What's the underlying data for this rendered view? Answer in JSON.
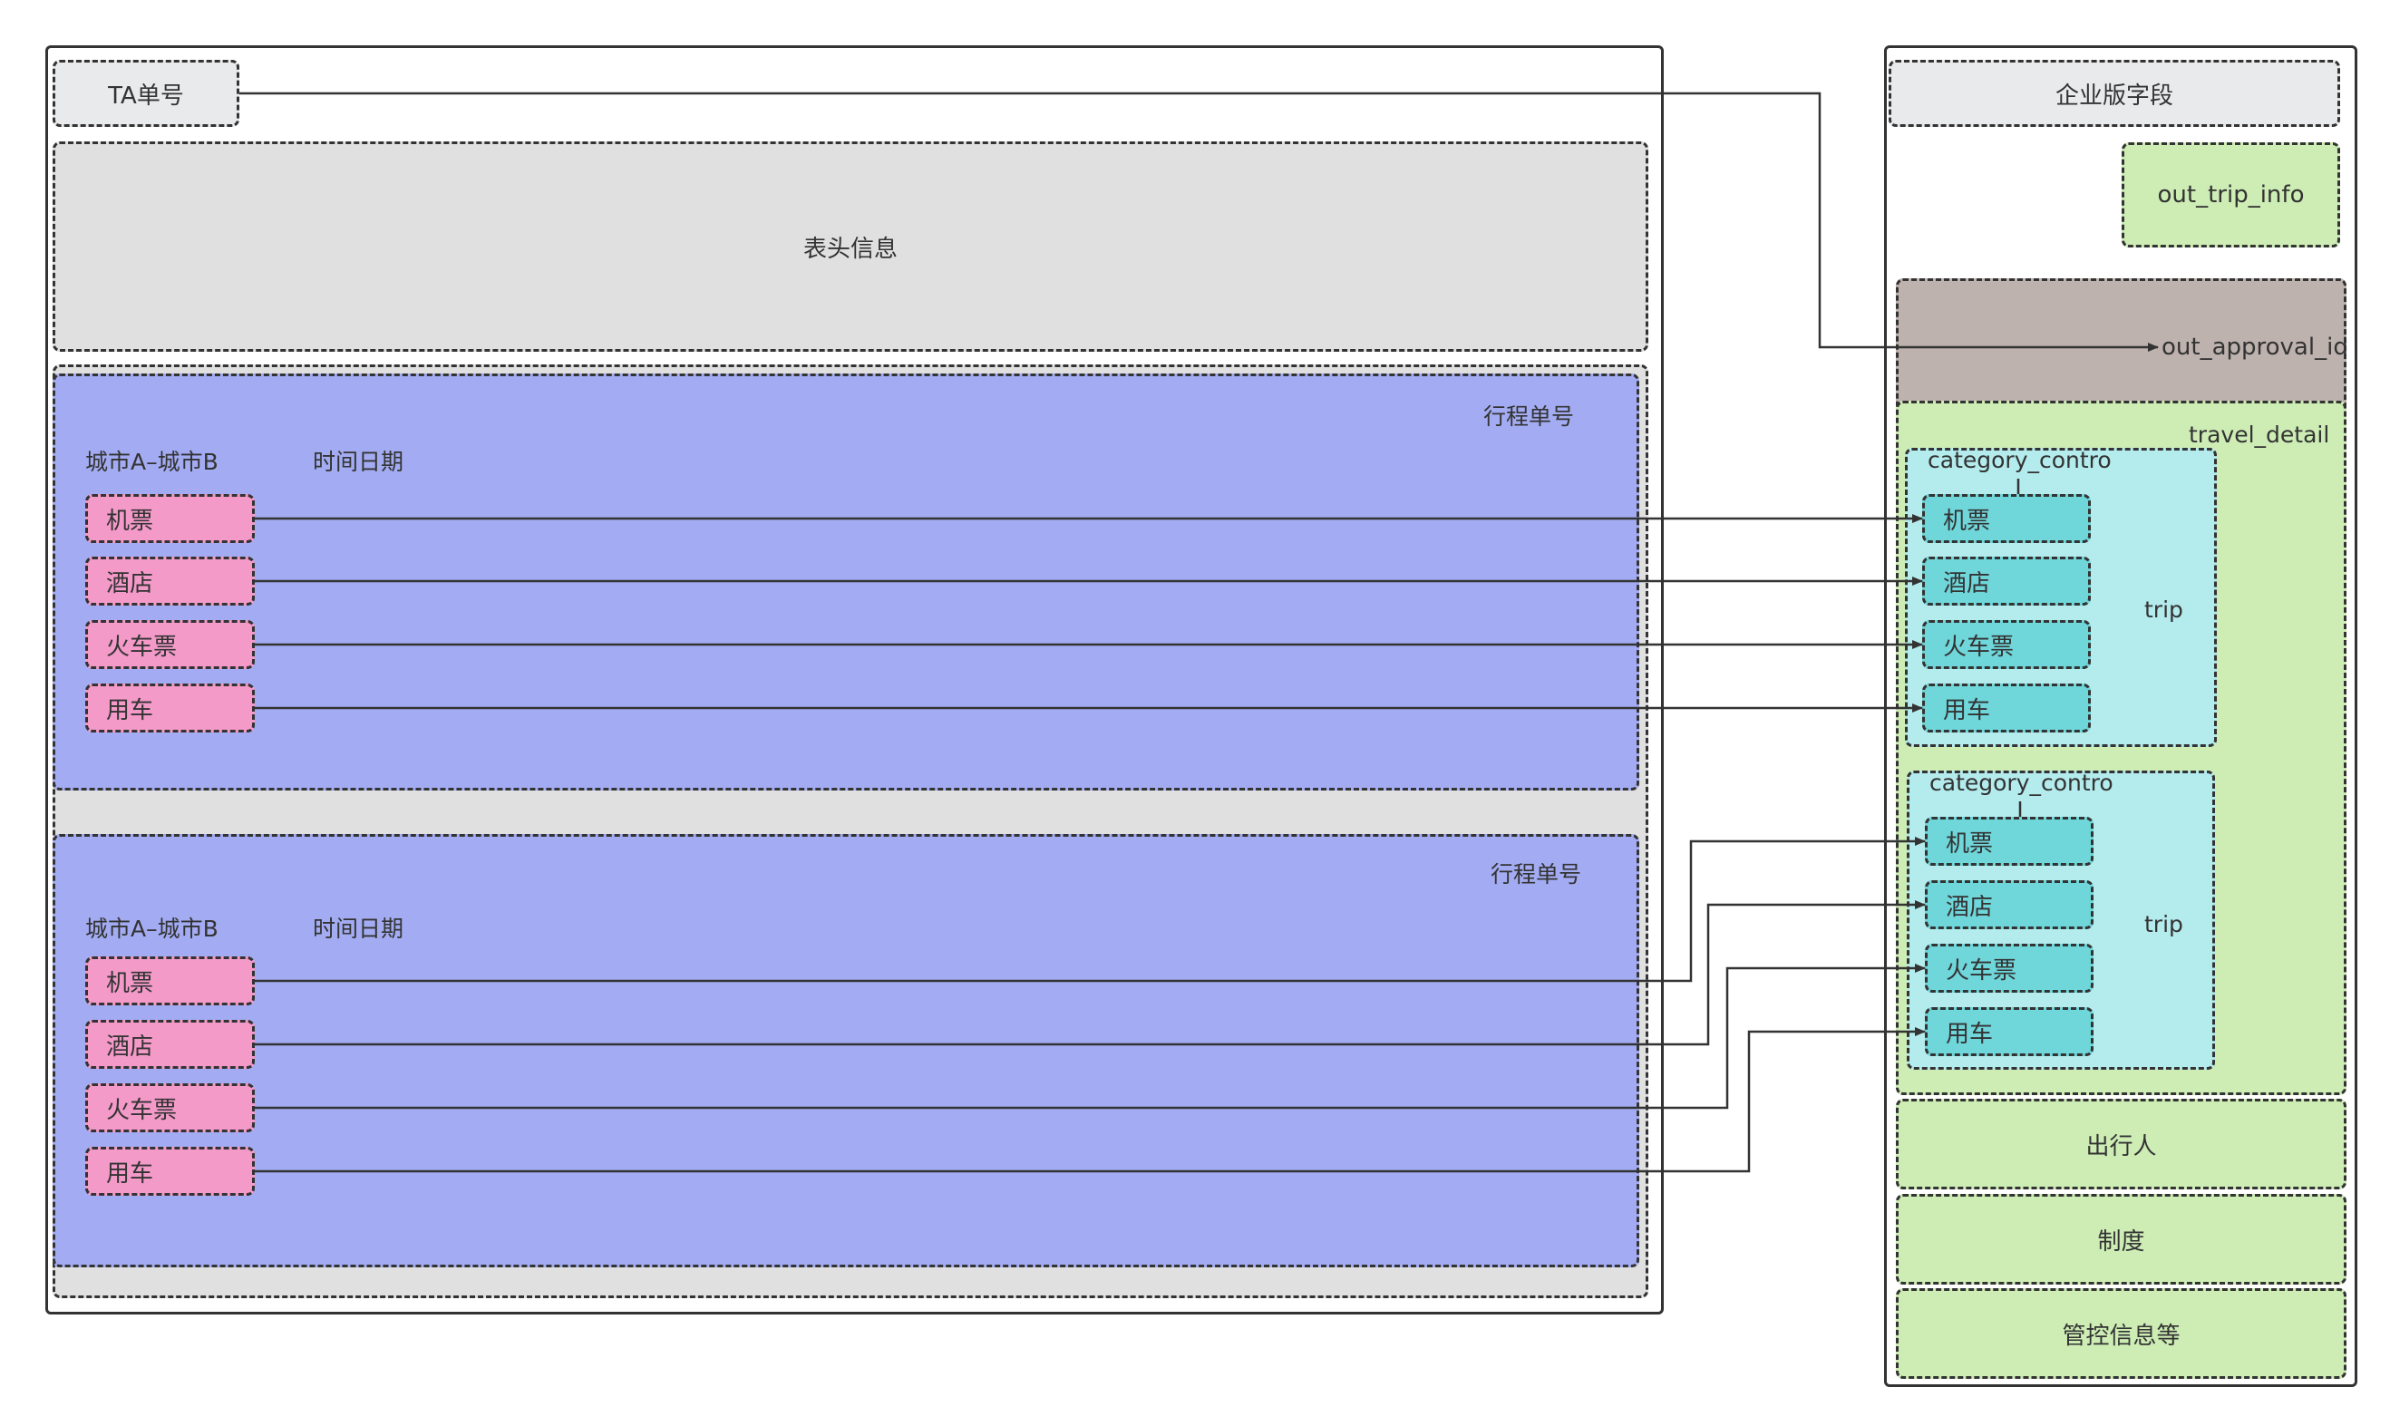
{
  "colors": {
    "frame": "#333333",
    "header_gray": "#e0e0e0",
    "trip_blue": "#a3acf2",
    "item_pink": "#f39ac9",
    "item_teal": "#6fd6da",
    "trip_cyan": "#b4ebed",
    "field_green": "#cdedb5",
    "approval_taupe": "#bdb2ad"
  },
  "left": {
    "ta_number": "TA单号",
    "header_info": "表头信息",
    "trips": [
      {
        "number_label": "行程单号",
        "route": "城市A–城市B",
        "date": "时间日期",
        "items": [
          "机票",
          "酒店",
          "火车票",
          "用车"
        ]
      },
      {
        "number_label": "行程单号",
        "route": "城市A–城市B",
        "date": "时间日期",
        "items": [
          "机票",
          "酒店",
          "火车票",
          "用车"
        ]
      }
    ]
  },
  "right": {
    "enterprise_fields": "企业版字段",
    "out_trip_info": "out_trip_info",
    "out_approval_id": "out_approval_id",
    "travel_detail": "travel_detail",
    "trips": [
      {
        "category": "category_contro",
        "label": "trip",
        "items": [
          "机票",
          "酒店",
          "火车票",
          "用车"
        ]
      },
      {
        "category": "category_contro",
        "label": "trip",
        "items": [
          "机票",
          "酒店",
          "火车票",
          "用车"
        ]
      }
    ],
    "traveler": "出行人",
    "policy": "制度",
    "control_info": "管控信息等"
  }
}
